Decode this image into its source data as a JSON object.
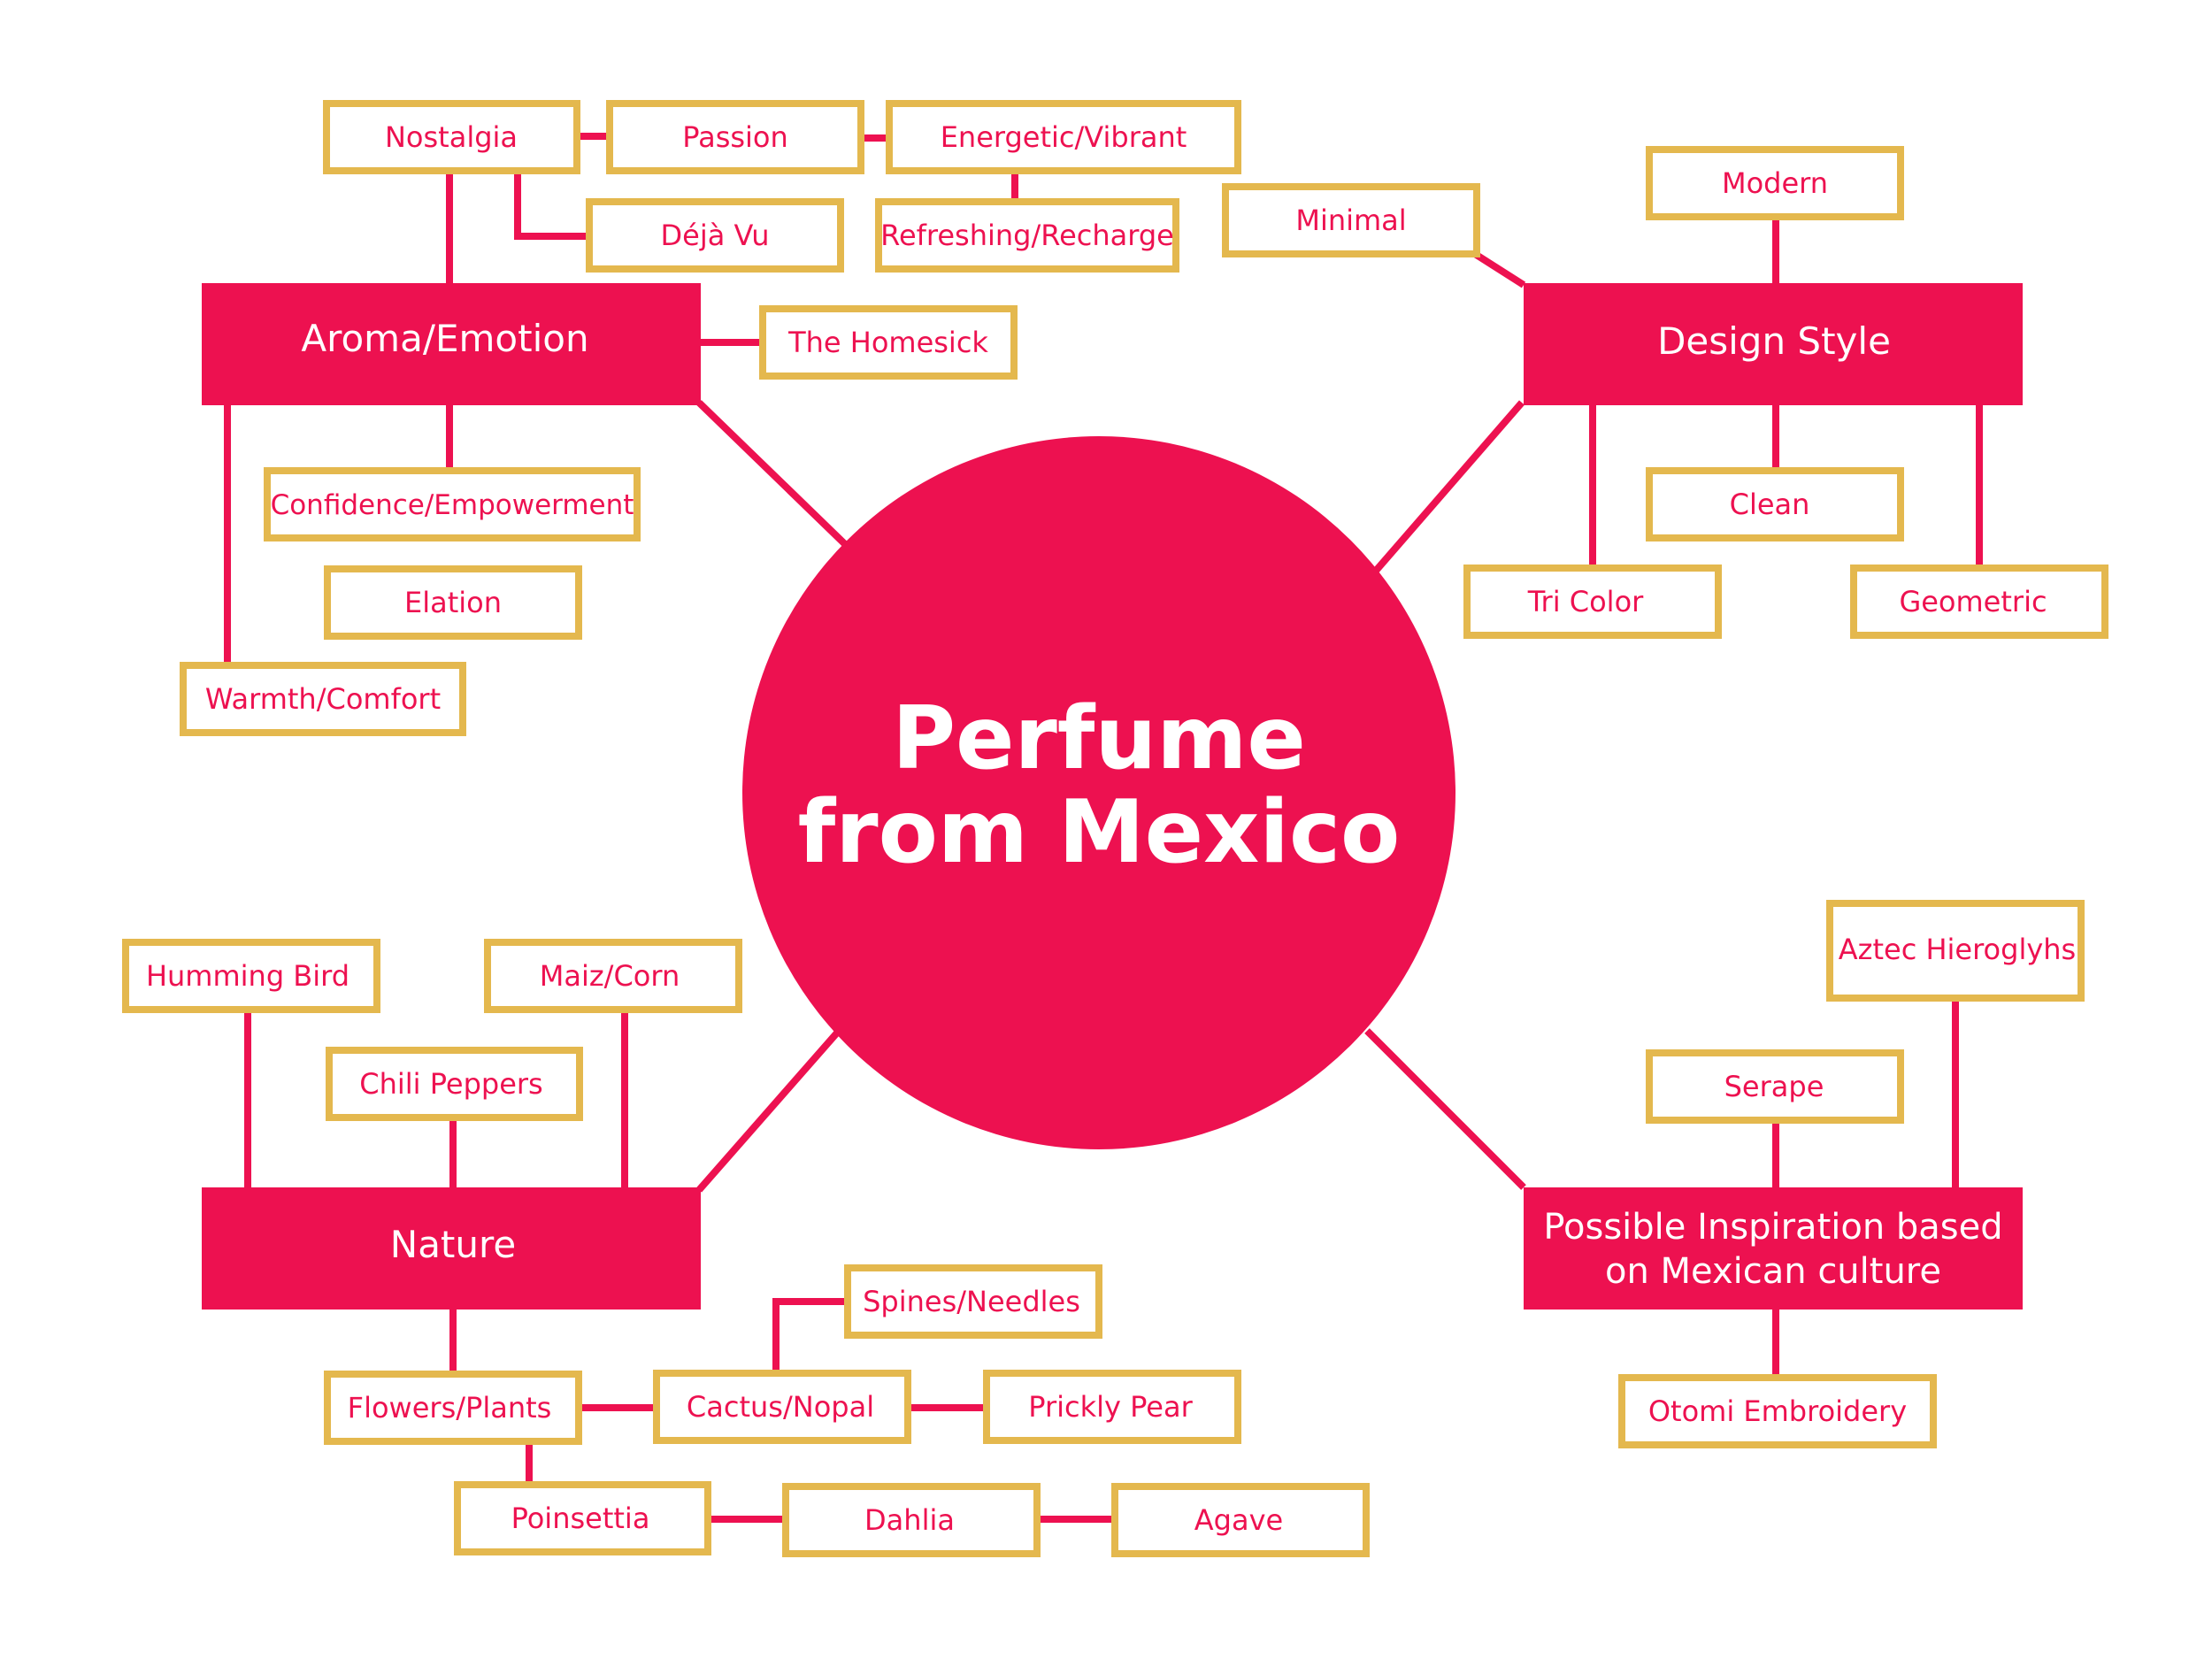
{
  "colors": {
    "accent": "#ED1150",
    "leaf_border": "#E4B84E",
    "background": "#FFFFFF",
    "center_text": "#FFFFFF"
  },
  "center": {
    "line1": "Perfume",
    "line2": "from Mexico"
  },
  "hubs": {
    "aroma": "Aroma/Emotion",
    "design": "Design Style",
    "nature": "Nature",
    "inspiration_line1": "Possible Inspiration based",
    "inspiration_line2": "on Mexican culture"
  },
  "leaves": {
    "nostalgia": "Nostalgia",
    "passion": "Passion",
    "energetic": "Energetic/Vibrant",
    "deja_vu": "Déjà Vu",
    "refreshing": "Refreshing/Recharge",
    "homesick": "The Homesick",
    "confidence": "Confidence/Empowerment",
    "elation": "Elation",
    "warmth": "Warmth/Comfort",
    "minimal": "Minimal",
    "modern": "Modern",
    "clean": "Clean",
    "tri_color": "Tri Color",
    "geometric": "Geometric",
    "humming_bird": "Humming Bird",
    "maiz": "Maiz/Corn",
    "chili": "Chili Peppers",
    "spines": "Spines/Needles",
    "flowers": "Flowers/Plants",
    "cactus": "Cactus/Nopal",
    "prickly": "Prickly Pear",
    "poinsettia": "Poinsettia",
    "dahlia": "Dahlia",
    "agave": "Agave",
    "aztec": "Aztec Hieroglyhs",
    "serape": "Serape",
    "otomi": "Otomi Embroidery"
  }
}
